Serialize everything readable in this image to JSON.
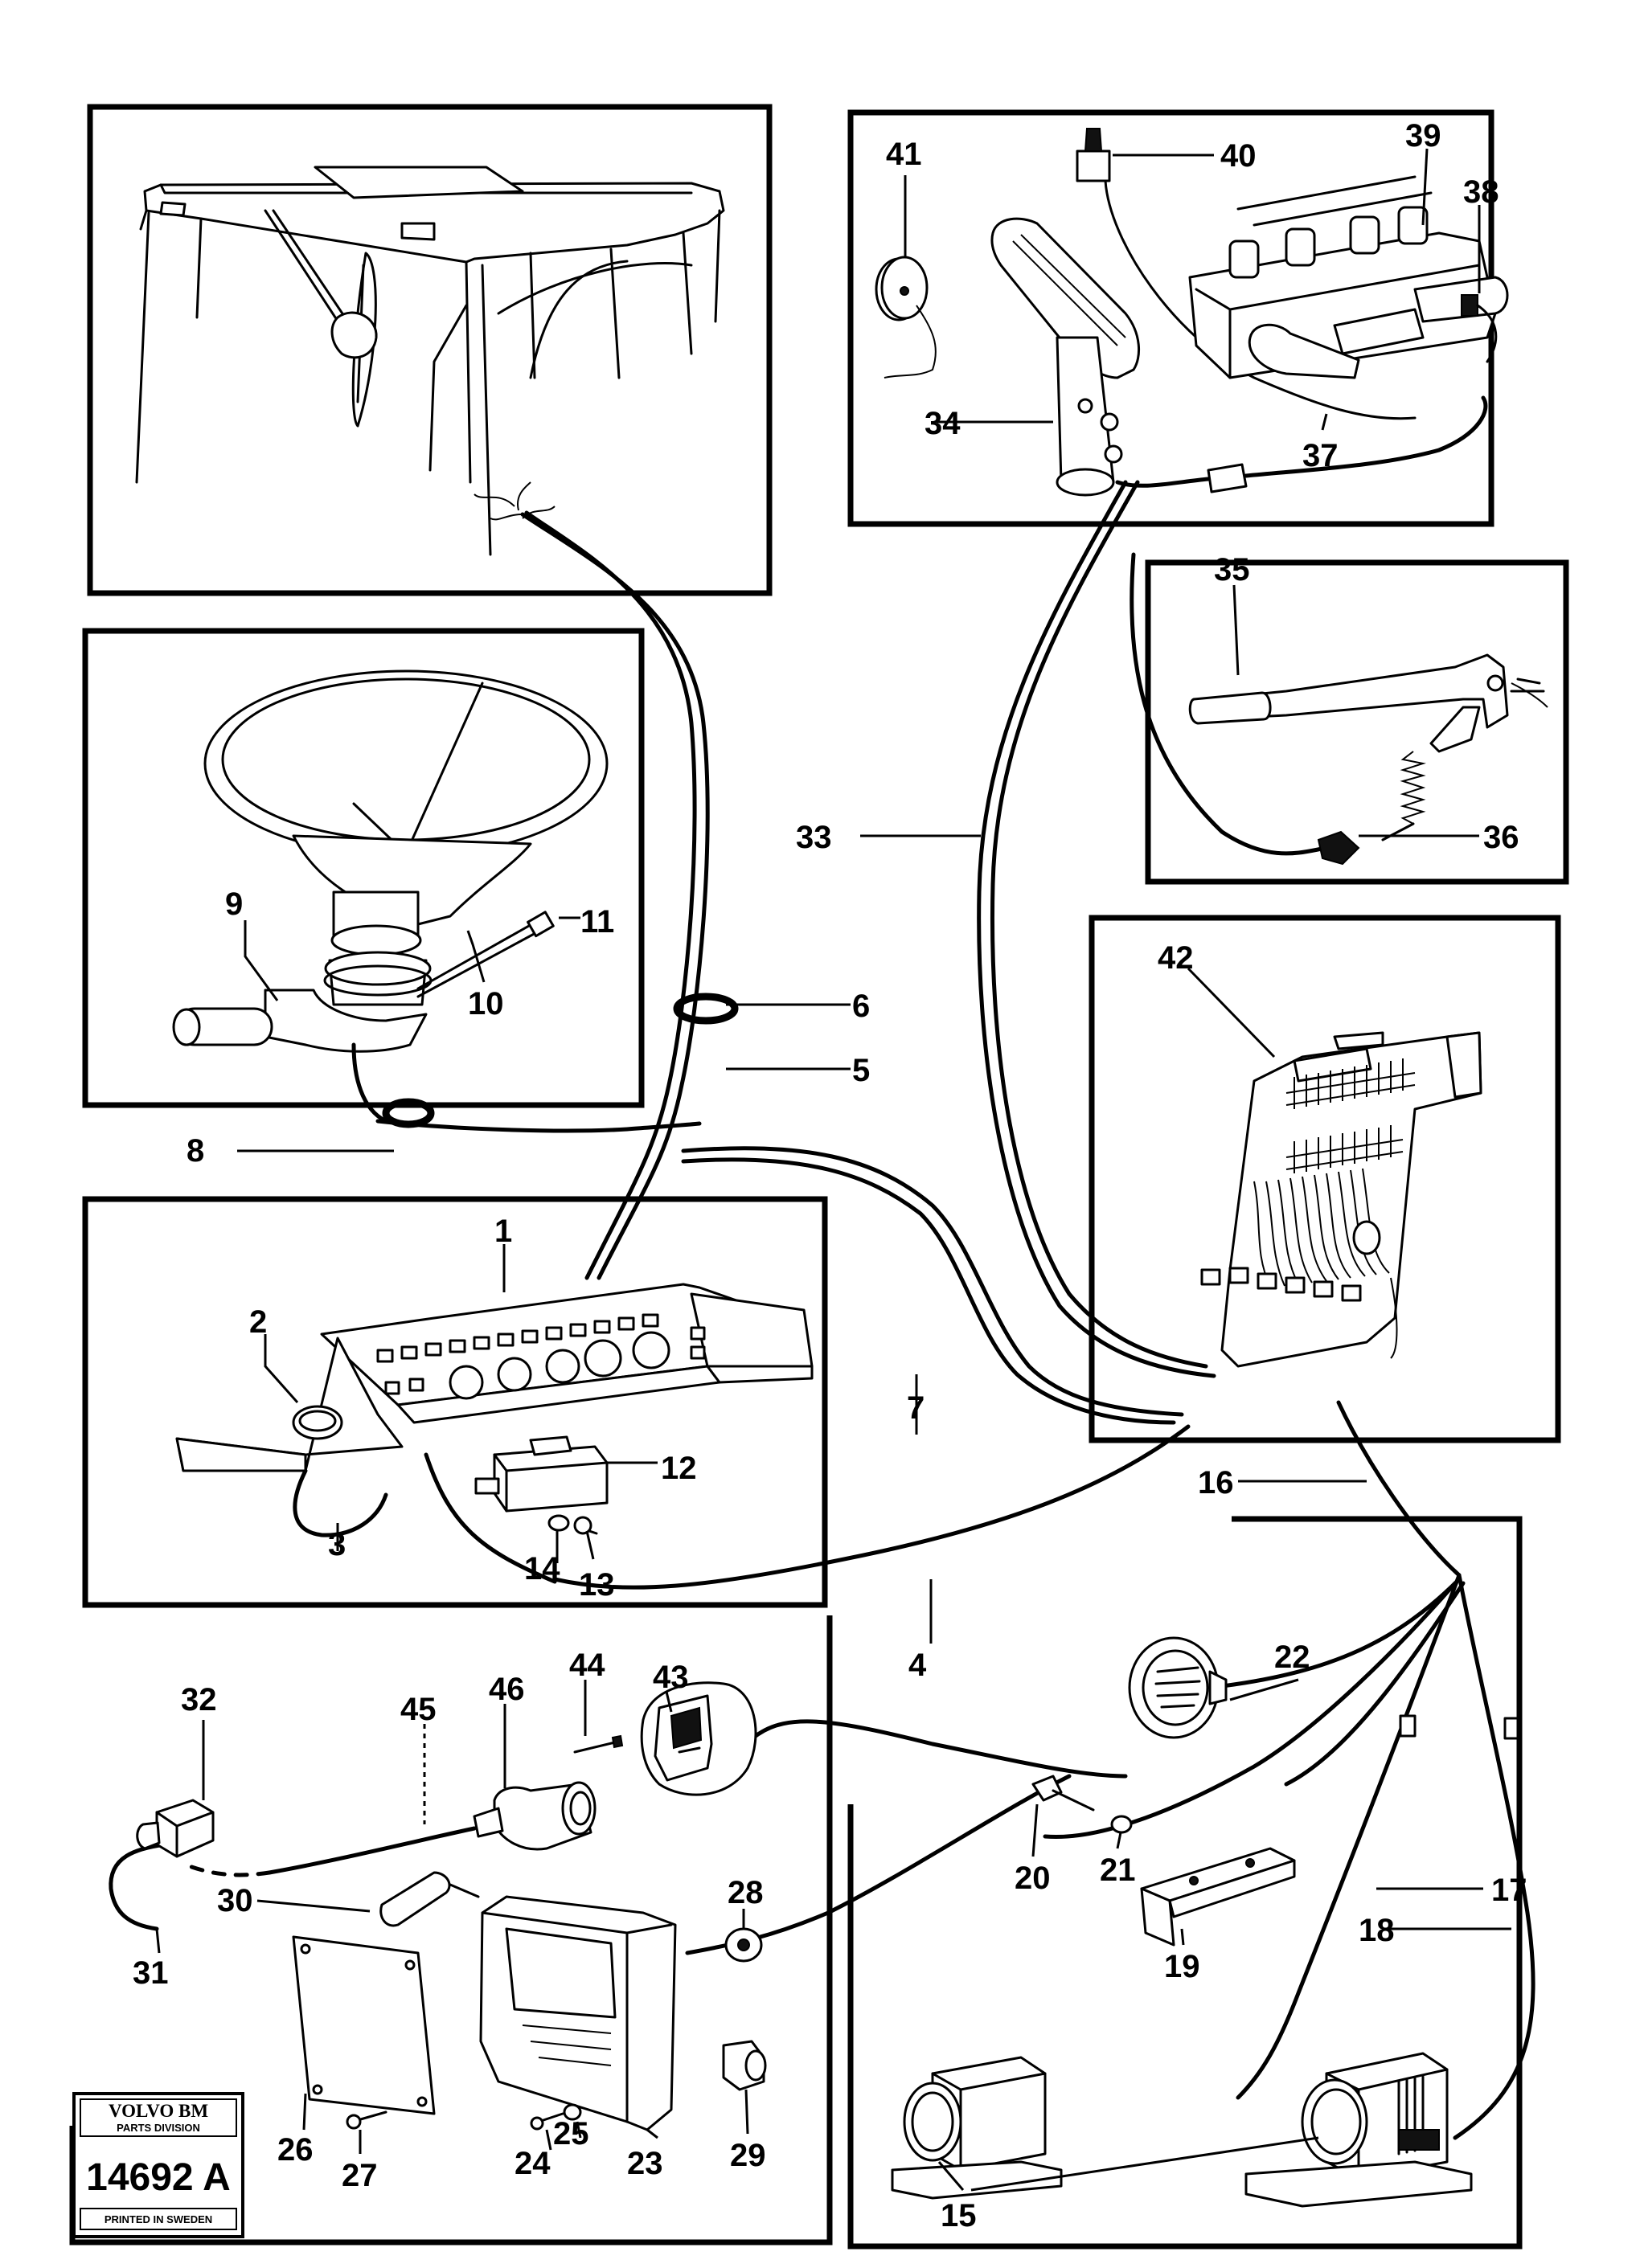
{
  "callouts": {
    "c1": "1",
    "c2": "2",
    "c3": "3",
    "c4": "4",
    "c5": "5",
    "c6": "6",
    "c7": "7",
    "c8": "8",
    "c9": "9",
    "c10": "10",
    "c11": "11",
    "c12": "12",
    "c13": "13",
    "c14": "14",
    "c15": "15",
    "c16": "16",
    "c17": "17",
    "c18": "18",
    "c19": "19",
    "c20": "20",
    "c21": "21",
    "c22": "22",
    "c23": "23",
    "c24": "24",
    "c25": "25",
    "c26": "26",
    "c27": "27",
    "c28": "28",
    "c29": "29",
    "c30": "30",
    "c31": "31",
    "c32": "32",
    "c33": "33",
    "c34": "34",
    "c35": "35",
    "c36": "36",
    "c37": "37",
    "c38": "38",
    "c39": "39",
    "c40": "40",
    "c41": "41",
    "c42": "42",
    "c43": "43",
    "c44": "44",
    "c45": "45",
    "c46": "46"
  },
  "stamp": {
    "brand": "VOLVO BM",
    "division": "PARTS DIVISION",
    "number": "14692 A",
    "printed": "PRINTED IN SWEDEN"
  }
}
